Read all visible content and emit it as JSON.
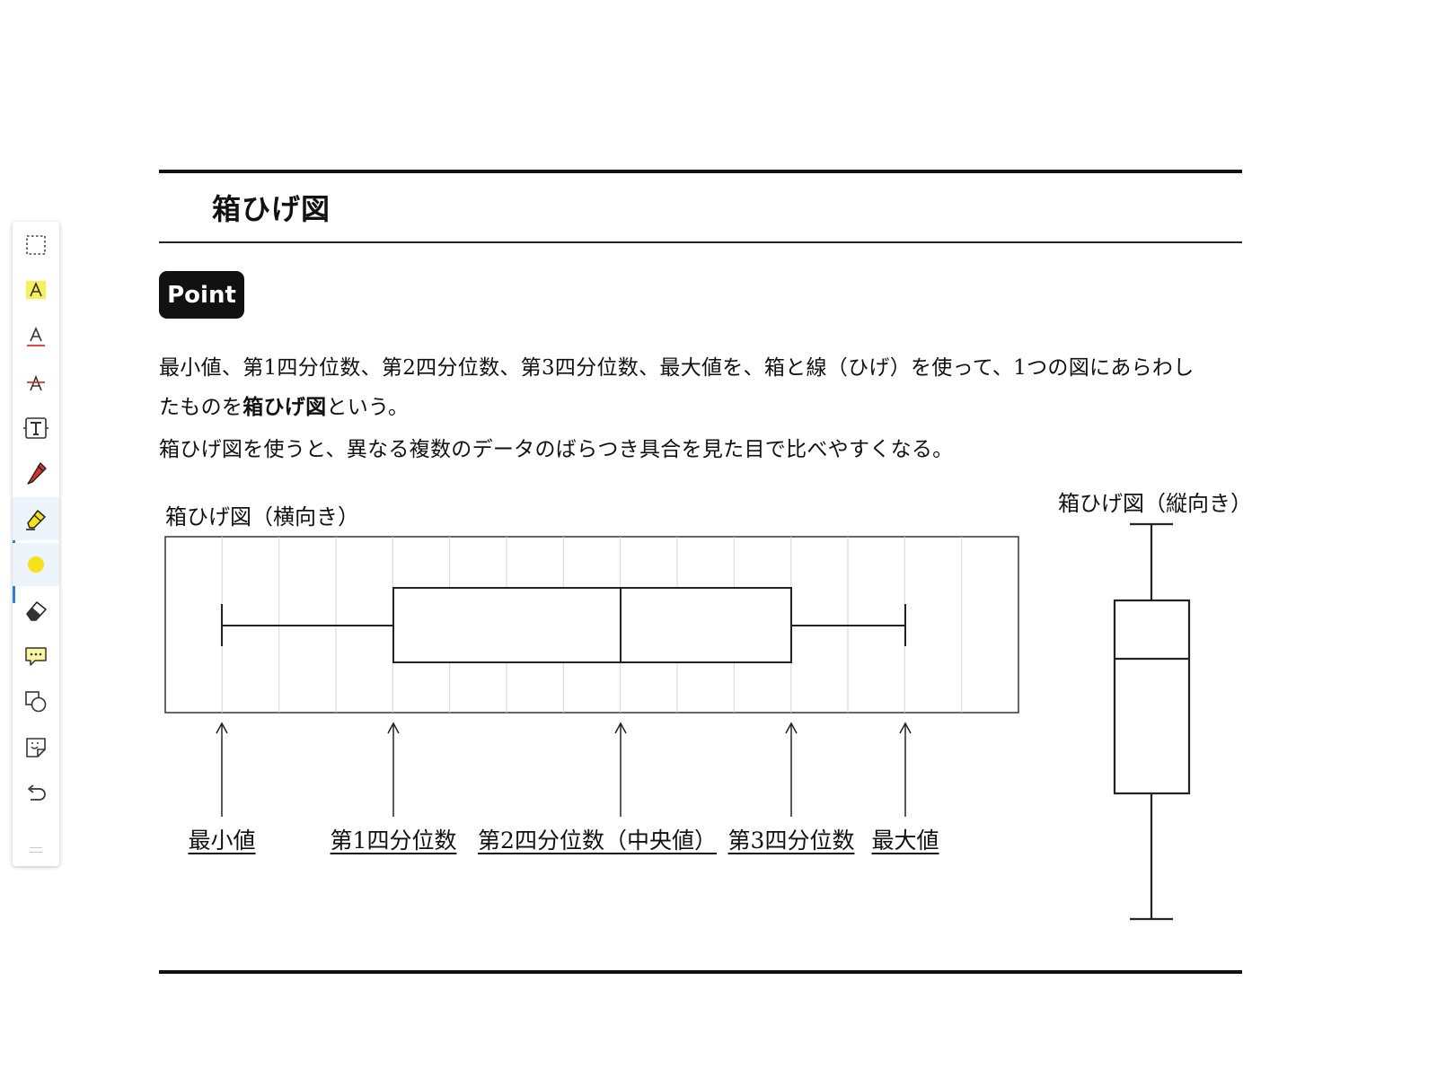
{
  "toolbar": {
    "tools": [
      {
        "name": "select-tool",
        "icon": "dashed-rectangle-icon"
      },
      {
        "name": "highlight-text-tool",
        "icon": "highlighted-a-icon"
      },
      {
        "name": "underline-tool",
        "icon": "underline-a-icon"
      },
      {
        "name": "strikethrough-tool",
        "icon": "strikethrough-a-icon"
      },
      {
        "name": "text-box-tool",
        "icon": "text-box-icon"
      },
      {
        "name": "pen-tool",
        "icon": "pen-icon"
      },
      {
        "name": "highlighter-tool",
        "icon": "highlighter-icon",
        "active": true
      },
      {
        "name": "color-picker",
        "icon": "yellow-dot-icon",
        "active": true
      },
      {
        "name": "eraser-tool",
        "icon": "eraser-icon"
      },
      {
        "name": "comment-tool",
        "icon": "comment-icon"
      },
      {
        "name": "shape-tool",
        "icon": "shapes-icon"
      },
      {
        "name": "sticker-tool",
        "icon": "sticker-icon"
      },
      {
        "name": "undo-button",
        "icon": "undo-icon"
      }
    ],
    "active_color": "#f5e21a",
    "accent_color": "#2a7fd8",
    "pen_color": "#d9302c"
  },
  "document": {
    "title": "箱ひげ図",
    "badge": "Point",
    "paragraph_line1": "最小値、第1四分位数、第2四分位数、第3四分位数、最大値を、箱と線（ひげ）を使って、1つの図にあらわし",
    "paragraph_line2_pre": "たものを",
    "paragraph_line2_bold": "箱ひげ図",
    "paragraph_line2_post": "という。",
    "paragraph_line3": "箱ひげ図を使うと、異なる複数のデータのばらつき具合を見た目で比べやすくなる。",
    "horizontal_caption": "箱ひげ図（横向き）",
    "vertical_caption": "箱ひげ図（縦向き）",
    "labels": {
      "min": "最小値",
      "q1": "第1四分位数",
      "q2": "第2四分位数（中央値）",
      "q3": "第3四分位数",
      "max": "最大値"
    }
  }
}
